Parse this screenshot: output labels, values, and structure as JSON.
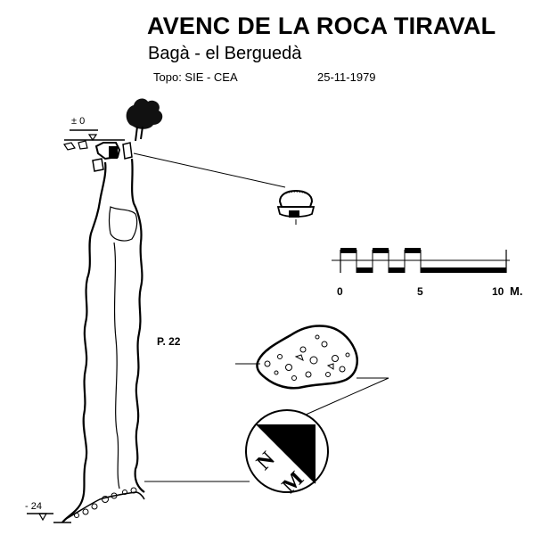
{
  "header": {
    "title": "AVENC DE LA ROCA TIRAVAL",
    "subtitle": "Bagà - el Berguedà",
    "topo": "Topo: SIE - CEA",
    "date": "25-11-1979"
  },
  "section": {
    "depth_top_label": "± 0",
    "depth_bottom_label": "- 24",
    "pitch_label": "P. 22"
  },
  "scale": {
    "labels": [
      "0",
      "5",
      "10"
    ],
    "unit": "M."
  },
  "north": {
    "label_n": "N",
    "label_m": "M"
  }
}
